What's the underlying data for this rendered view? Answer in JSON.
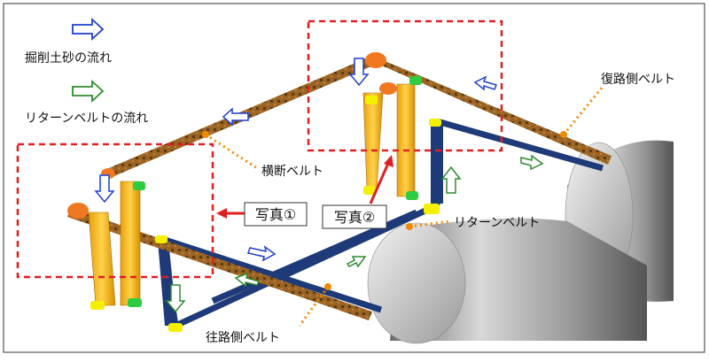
{
  "legend": {
    "soil_flow": "掘削土砂の流れ",
    "return_flow": "リターンベルトの流れ"
  },
  "labels": {
    "return_side_belt": "復路側ベルト",
    "cross_belt": "横断ベルト",
    "return_belt": "リターンベルト",
    "outbound_side_belt": "往路側ベルト",
    "photo1": "写真①",
    "photo2": "写真②"
  },
  "colors": {
    "soil_arrow": "#1f3fd0",
    "return_arrow": "#2e8b2e",
    "chain_belt": "#8b5a1e",
    "return_belt_body": "#1e3a78",
    "vertical_belt": "#f0b020",
    "pulley_orange": "#f07820",
    "roller_green": "#2ecc40",
    "roller_yellow": "#f4f000",
    "photo_box": "#e02020",
    "callout": "#f08a00"
  }
}
